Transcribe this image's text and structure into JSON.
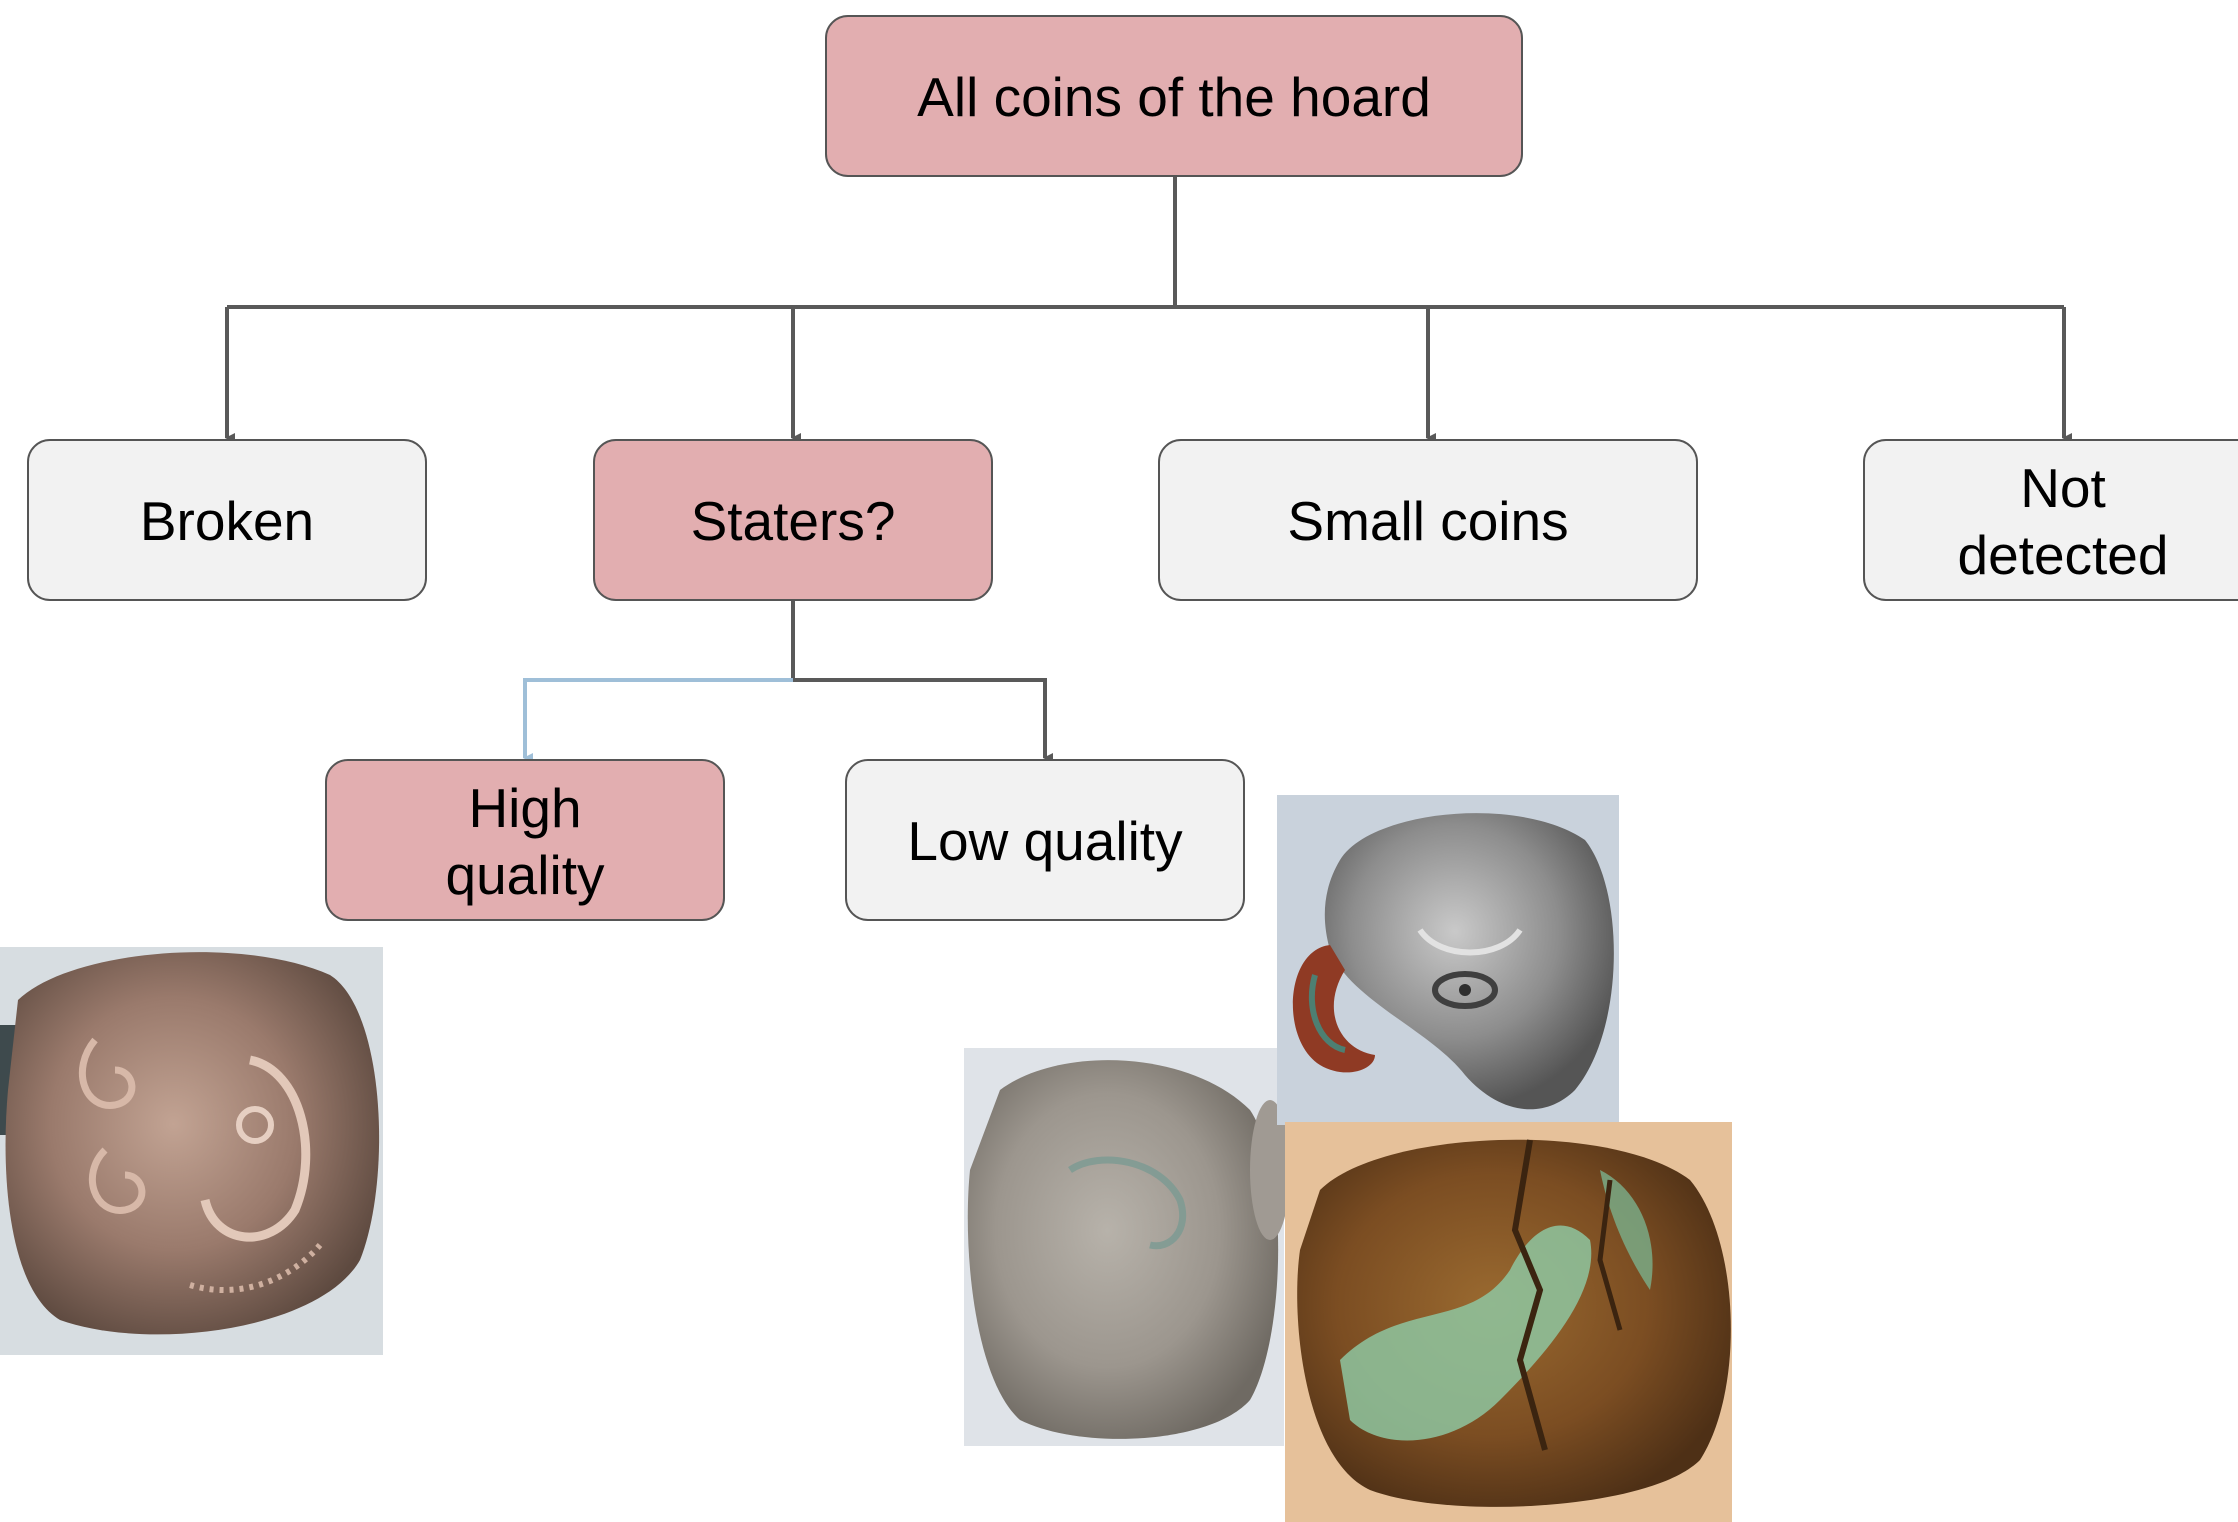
{
  "colors": {
    "highlight_fill": "#e2aeb0",
    "neutral_fill": "#f2f2f2",
    "node_border": "#555555",
    "connector": "#595959",
    "highlight_connector": "#9fbfd8"
  },
  "nodes": {
    "root": {
      "lines": [
        "All coins of the hoard"
      ]
    },
    "broken": {
      "lines": [
        "Broken"
      ]
    },
    "staters": {
      "lines": [
        "Staters?"
      ]
    },
    "small_coins": {
      "lines": [
        "Small coins"
      ]
    },
    "not_detected": {
      "lines": [
        "Not",
        "detected"
      ]
    },
    "high_quality": {
      "lines": [
        "High",
        "quality"
      ]
    },
    "low_quality": {
      "lines": [
        "Low quality"
      ]
    }
  },
  "images": [
    {
      "name": "high-quality-coin-photo",
      "depicts": "stater coin with Celtic head relief"
    },
    {
      "name": "low-quality-corroded-coin-photo",
      "depicts": "worn grey corroded coin"
    },
    {
      "name": "low-quality-fragment-coin-photo",
      "depicts": "grey coin with face and broken ring fragment"
    },
    {
      "name": "low-quality-green-patina-coin-photo",
      "depicts": "cracked coin with green and rust patina"
    }
  ]
}
